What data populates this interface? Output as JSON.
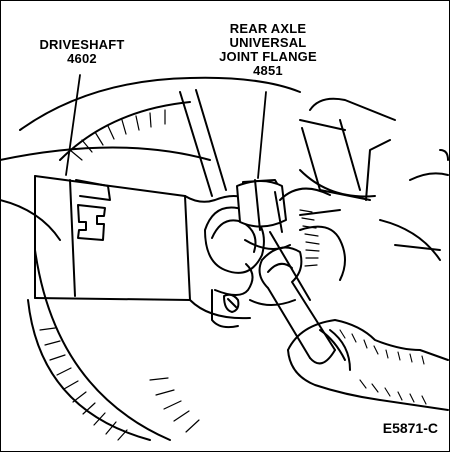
{
  "labels": {
    "driveshaft_name": "DRIVESHAFT",
    "driveshaft_part": "4602",
    "flange_line1": "REAR AXLE",
    "flange_line2": "UNIVERSAL",
    "flange_line3": "JOINT FLANGE",
    "flange_part": "4851"
  },
  "figure_code": "E5871-C"
}
